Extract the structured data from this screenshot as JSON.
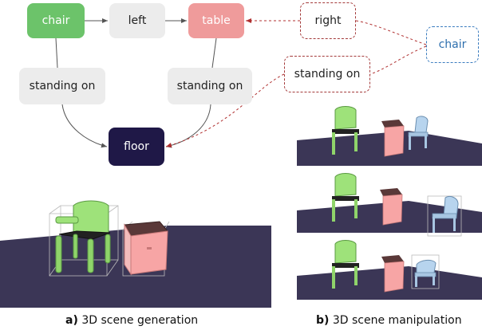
{
  "scene_graph": {
    "nodes": {
      "chair": "chair",
      "left": "left",
      "table": "table",
      "standing_on_1": "standing on",
      "standing_on_2": "standing on",
      "floor": "floor"
    }
  },
  "manipulation": {
    "nodes": {
      "right": "right",
      "standing_on": "standing on",
      "new_chair": "chair"
    }
  },
  "captions": {
    "a_letter": "a)",
    "a_text": "3D scene generation",
    "b_letter": "b)",
    "b_text": "3D scene manipulation"
  },
  "colors": {
    "chair": "#6cc36a",
    "table": "#ef9b9b",
    "floor": "#1f1847",
    "predicate": "#ececec",
    "manipulation_edge": "#a43a3a",
    "new_node": "#3a7cbf",
    "ground_plane": "#3b3656"
  }
}
